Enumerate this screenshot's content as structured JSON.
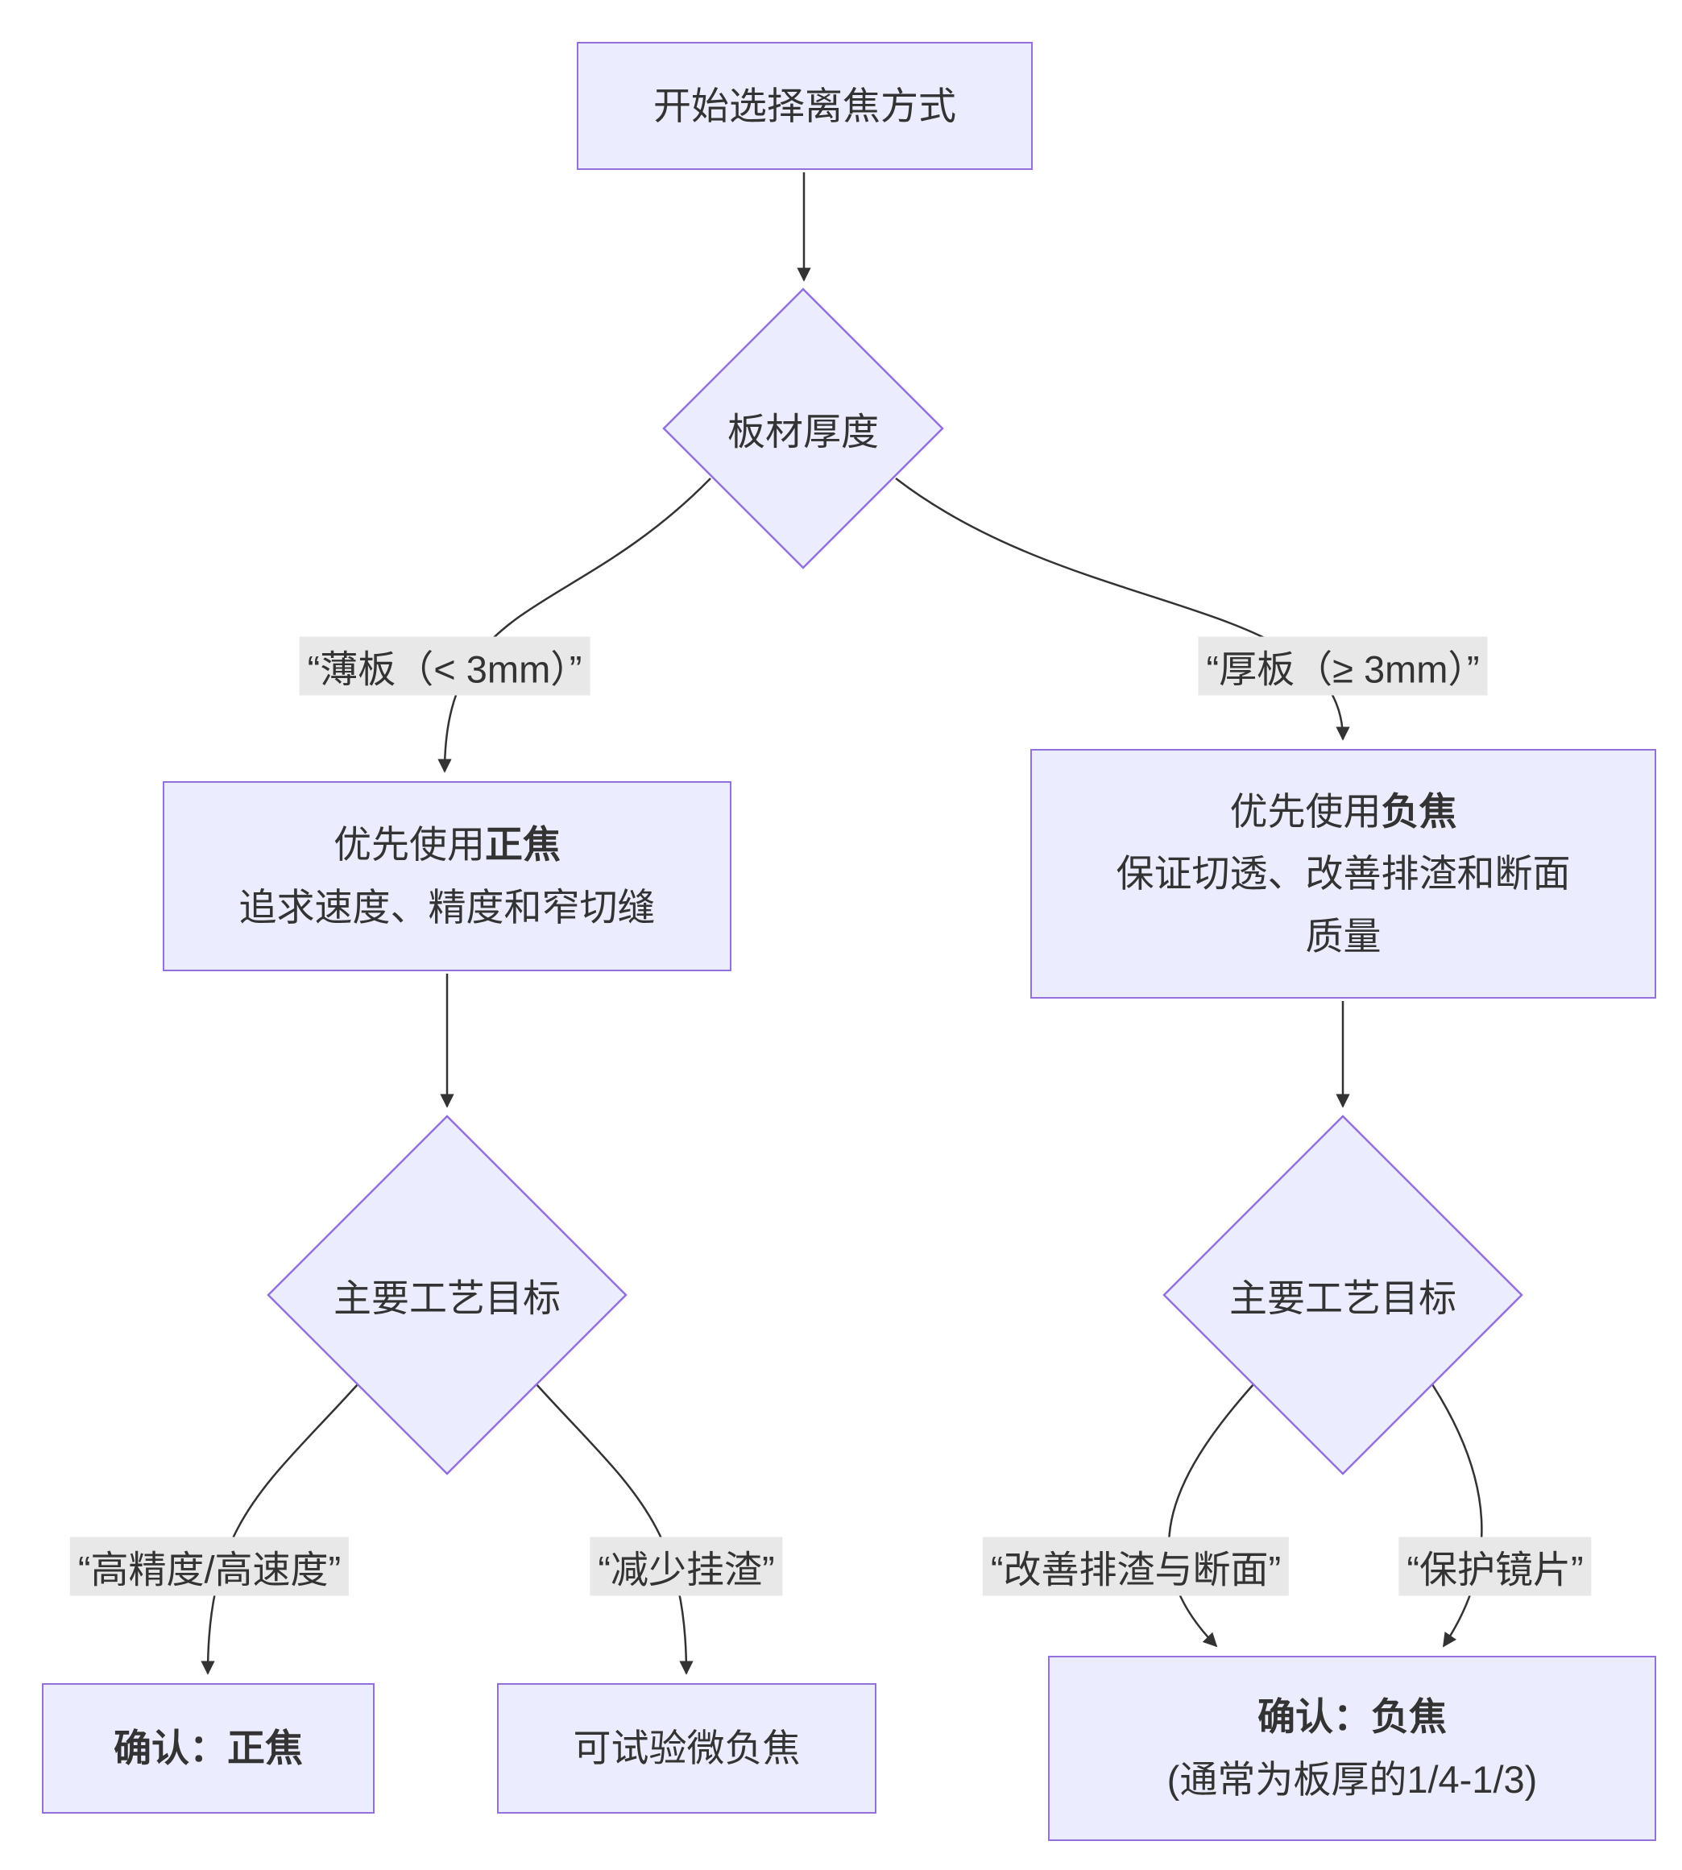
{
  "diagram": {
    "type": "flowchart",
    "direction": "top-down",
    "colors": {
      "node_fill": "#ECECFF",
      "node_border": "#9370DB",
      "edge": "#333333",
      "edge_label_bg": "#e8e8e8",
      "text": "#333333",
      "background": "#ffffff"
    }
  },
  "nodes": {
    "start": {
      "label": "开始选择离焦方式"
    },
    "thickness_decision": {
      "label": "板材厚度"
    },
    "thin_action": {
      "prefix": "优先使用",
      "bold": "正焦",
      "line2": "追求速度、精度和窄切缝"
    },
    "thick_action": {
      "prefix": "优先使用",
      "bold": "负焦",
      "line2": "保证切透、改善排渣和断面",
      "line3": "质量"
    },
    "thin_goal_decision": {
      "label": "主要工艺目标"
    },
    "thick_goal_decision": {
      "label": "主要工艺目标"
    },
    "confirm_positive": {
      "label": "确认：正焦"
    },
    "try_micro_negative": {
      "label": "可试验微负焦"
    },
    "confirm_negative": {
      "bold": "确认：负焦",
      "line2": "(通常为板厚的1/4-1/3)"
    }
  },
  "edges": [
    {
      "from": "start",
      "to": "thickness_decision",
      "label": ""
    },
    {
      "from": "thickness_decision",
      "to": "thin_action",
      "label": "“薄板（< 3mm）”"
    },
    {
      "from": "thickness_decision",
      "to": "thick_action",
      "label": "“厚板（≥ 3mm）”"
    },
    {
      "from": "thin_action",
      "to": "thin_goal_decision",
      "label": ""
    },
    {
      "from": "thick_action",
      "to": "thick_goal_decision",
      "label": ""
    },
    {
      "from": "thin_goal_decision",
      "to": "confirm_positive",
      "label": "“高精度/高速度”"
    },
    {
      "from": "thin_goal_decision",
      "to": "try_micro_negative",
      "label": "“减少挂渣”"
    },
    {
      "from": "thick_goal_decision",
      "to": "confirm_negative",
      "label": "“改善排渣与断面”"
    },
    {
      "from": "thick_goal_decision",
      "to": "confirm_negative",
      "label": "“保护镜片”"
    }
  ]
}
